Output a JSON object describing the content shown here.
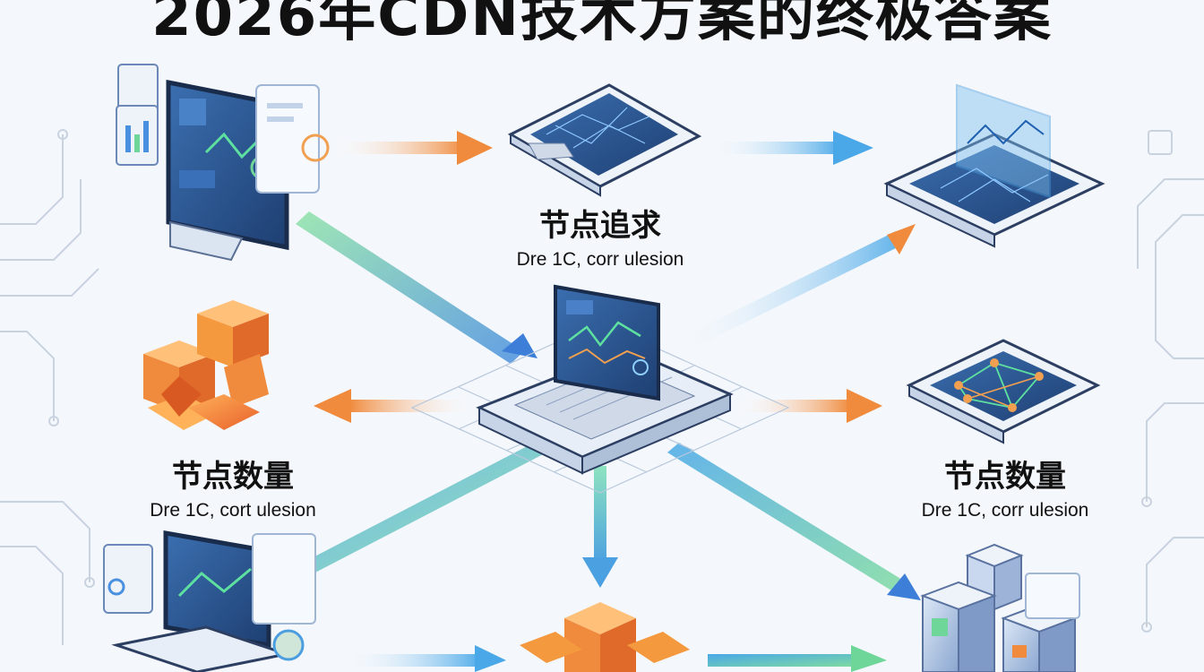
{
  "title": "2026年CDN技术方案的终极答案",
  "labels": {
    "top": {
      "heading": "节点追求",
      "sub": "Dre 1C, corr ulesion"
    },
    "left": {
      "heading": "节点数量",
      "sub": "Dre 1C, cort ulesion"
    },
    "right": {
      "heading": "节点数量",
      "sub": "Dre 1C, corr ulesion"
    }
  },
  "colors": {
    "orange": "#f08a3c",
    "blue": "#4a9ee0",
    "green": "#6fd69a",
    "navy": "#23395d",
    "screen": "#2f5d9b"
  }
}
